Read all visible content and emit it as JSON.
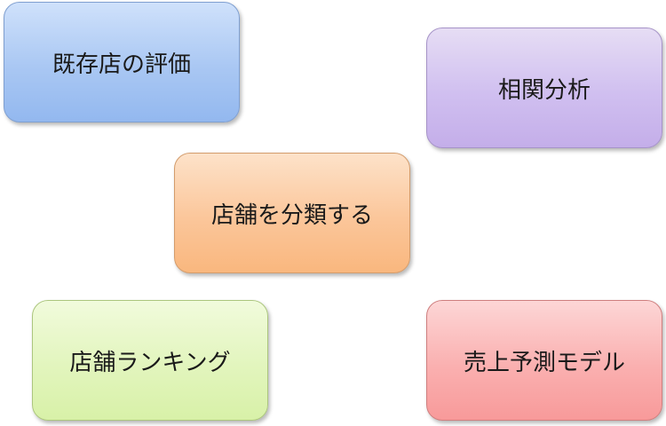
{
  "diagram": {
    "boxes": [
      {
        "label": "既存店の評価",
        "color": "#a9c7f3"
      },
      {
        "label": "相関分析",
        "color": "#d0bff0"
      },
      {
        "label": "店舗を分類する",
        "color": "#fbc69a"
      },
      {
        "label": "店舗ランキング",
        "color": "#e2f5bd"
      },
      {
        "label": "売上予測モデル",
        "color": "#fab0b0"
      }
    ]
  }
}
